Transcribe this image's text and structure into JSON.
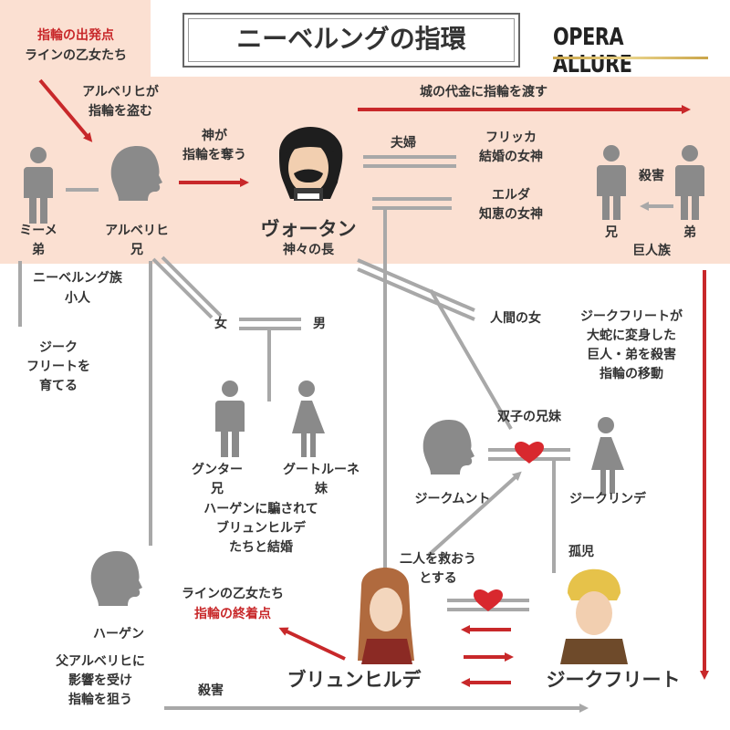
{
  "header": {
    "title": "ニーベルングの指環",
    "brand": "OPERA ALLURE",
    "origin_title": "指輪の出発点",
    "origin_sub": "ラインの乙女たち"
  },
  "characters": {
    "mime": {
      "name": "ミーメ",
      "role": "弟"
    },
    "alberich": {
      "name": "アルベリヒ",
      "role": "兄"
    },
    "wotan": {
      "name": "ヴォータン",
      "role": "神々の長"
    },
    "fricka": {
      "name": "フリッカ",
      "role": "結婚の女神"
    },
    "erda": {
      "name": "エルダ",
      "role": "知恵の女神"
    },
    "giant_elder": "兄",
    "giant_younger": "弟",
    "giants_clan": "巨人族",
    "nibelung_clan": "ニーベルング族",
    "nibelung_small": "小人",
    "woman": "女",
    "man": "男",
    "gunther": {
      "name": "グンター",
      "role": "兄"
    },
    "gutrune": {
      "name": "グートルーネ",
      "role": "妹"
    },
    "siegmund": "ジークムント",
    "sieglinde": "ジークリンデ",
    "hagen": "ハーゲン",
    "brunnhilde": "ブリュンヒルデ",
    "siegfried": "ジークフリート",
    "human_woman": "人間の女"
  },
  "relations": {
    "alberich_steals": [
      "アルベリヒが",
      "指輪を盗む"
    ],
    "god_takes": [
      "神が",
      "指輪を奪う"
    ],
    "castle_payment": "城の代金に指輪を渡す",
    "couple": "夫婦",
    "murder_giants": "殺害",
    "mime_raises": [
      "ジーク",
      "フリートを",
      "育てる"
    ],
    "dragon_note": [
      "ジークフリートが",
      "大蛇に変身した",
      "巨人・弟を殺害",
      "指輪の移動"
    ],
    "twins": "双子の兄妹",
    "orphan": "孤児",
    "try_save": [
      "二人を救おう",
      "とする"
    ],
    "gunther_marriage": [
      "ハーゲンに騙されて",
      "ブリュンヒルデ",
      "たちと結婚"
    ],
    "hagen_note": [
      "父アルベリヒに",
      "影響を受け",
      "指輪を狙う"
    ],
    "murder_siegfried": "殺害",
    "end_sub": "ラインの乙女たち",
    "end_title": "指輪の終着点"
  },
  "colors": {
    "band": "#fbe0d2",
    "arrow_red": "#c8282a",
    "line_gray": "#a8a8a8",
    "silhouette": "#8a8a8a",
    "heart": "#d8282e",
    "text": "#333333"
  }
}
